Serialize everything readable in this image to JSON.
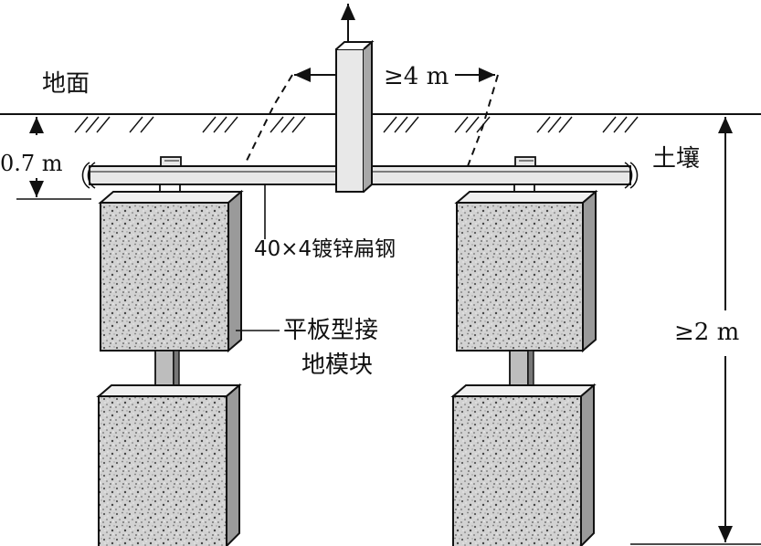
{
  "labels": {
    "ground": "地面",
    "soil": "土壤",
    "depth": "0.7 m",
    "spacing": "≥4 m",
    "height": "≥2 m",
    "flat_steel": "40×4镀锌扁钢",
    "module_line1": "平板型接",
    "module_line2": "地模块"
  },
  "colors": {
    "line": "#111111",
    "concrete_fill": "#d6d6d6",
    "concrete_side": "#9a9a9a",
    "concrete_top": "#efefef",
    "steel_fill": "#e8e8e8"
  }
}
